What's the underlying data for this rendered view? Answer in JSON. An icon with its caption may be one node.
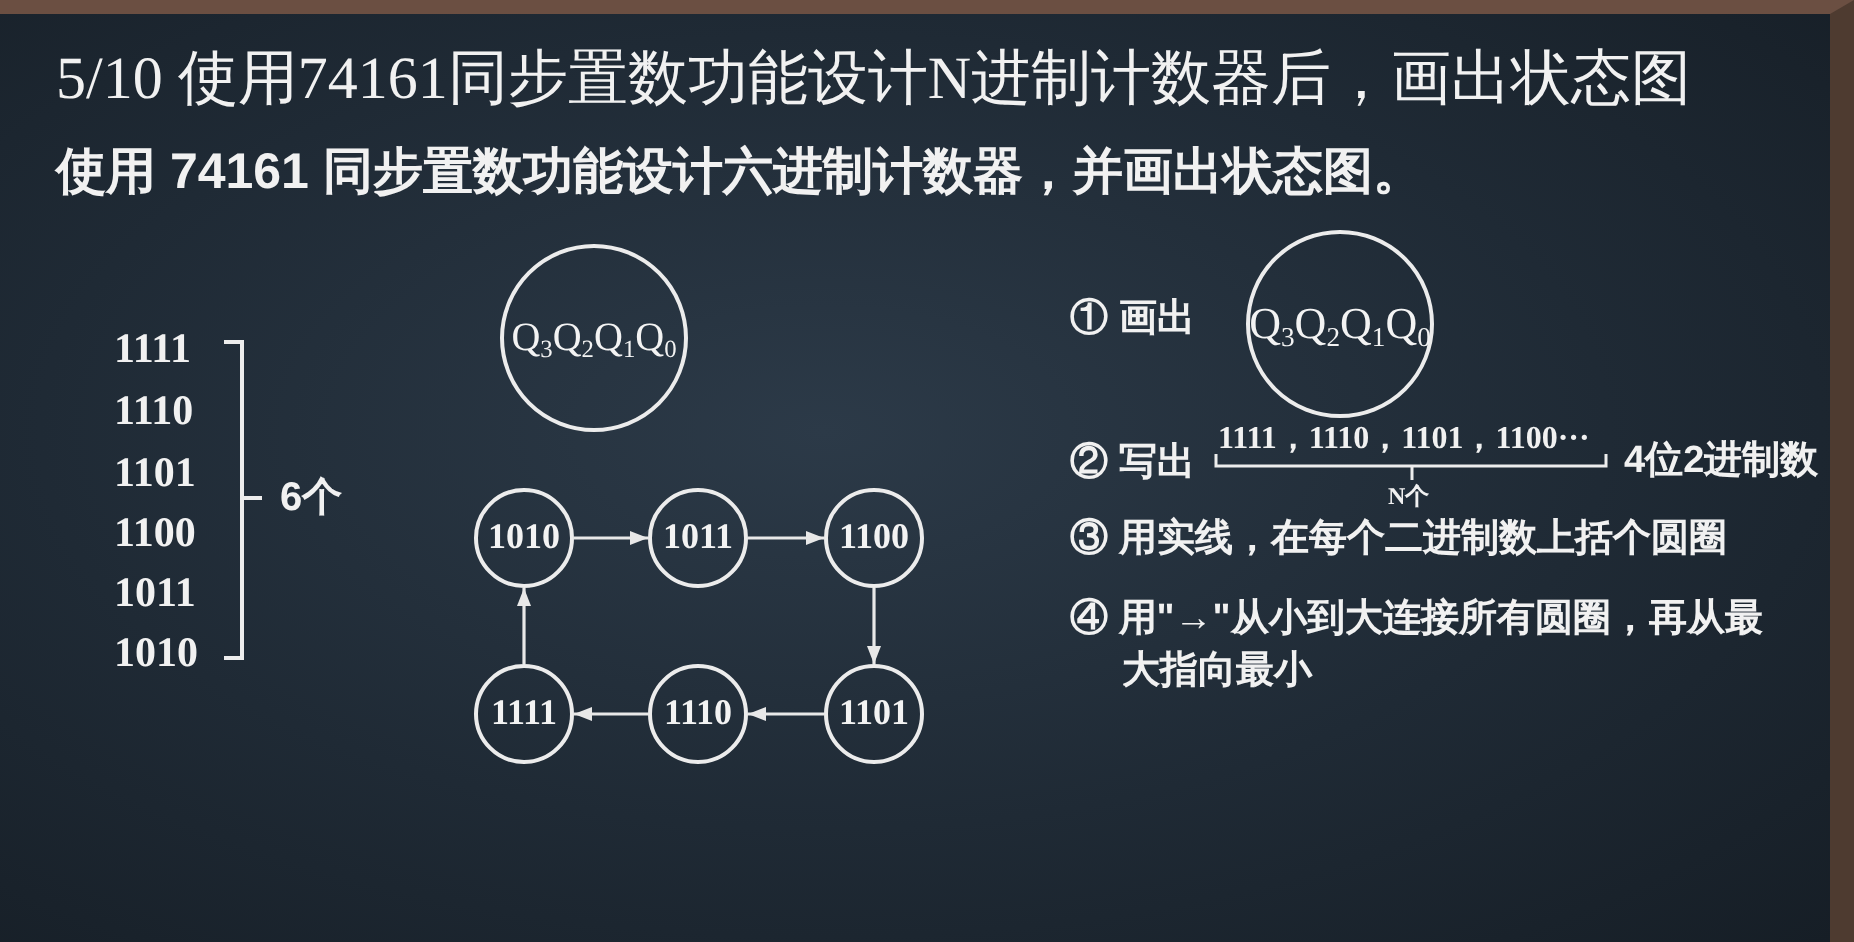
{
  "diagram": {
    "title": "5/10 使用74161同步置数功能设计N进制计数器后，画出状态图",
    "nodes": [
      {
        "text": [
          "Q$_{3}$Q$_{2}$Q$_{1}$Q$_{0}$"
        ]
      },
      {
        "text": [
          "1010"
        ]
      },
      {
        "text": [
          "1011"
        ]
      },
      {
        "text": [
          "1100"
        ]
      },
      {
        "text": [
          "1101"
        ]
      },
      {
        "text": [
          "1110"
        ]
      },
      {
        "text": [
          "1111"
        ]
      },
      {
        "text": [
          "Q$_{3}$Q$_{2}$Q$_{1}$Q$_{0}$"
        ]
      }
    ],
    "edges": [
      {
        "from": 1,
        "to": 2,
        "arrow": "to"
      },
      {
        "from": 2,
        "to": 3,
        "arrow": "to"
      },
      {
        "from": 3,
        "to": 4,
        "arrow": "to"
      },
      {
        "from": 4,
        "to": 5,
        "arrow": "to"
      },
      {
        "from": 5,
        "to": 6,
        "arrow": "to"
      },
      {
        "from": 6,
        "to": 1,
        "arrow": "to"
      }
    ],
    "labels": [
      "使用 74161 同步置数功能设计六进制计数器，并画出状态图。",
      "1111",
      "1110",
      "1101",
      "1100",
      "1011",
      "1010",
      "6个",
      "① 画出",
      "② 写出",
      "1111，1110，1101，1100···",
      "N个",
      "4位2进制数",
      "③ 用实线，在每个二进制数上括个圆圈",
      "④ 用\"→\"从小到大连接所有圆圈，再从最大指向最小"
    ]
  }
}
